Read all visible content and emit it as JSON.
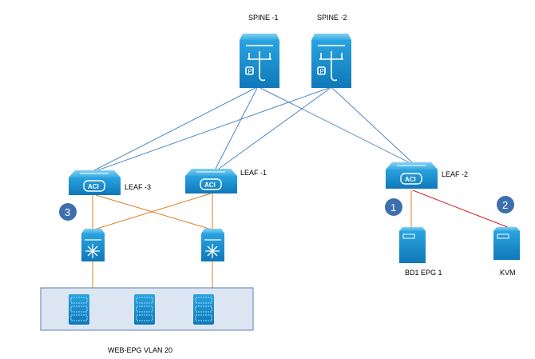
{
  "nodes": {
    "spine1": {
      "label": "SPINE -1",
      "icon": "spine-switch-icon"
    },
    "spine2": {
      "label": "SPINE -2",
      "icon": "spine-switch-icon"
    },
    "leaf1": {
      "label": "LEAF -1",
      "icon": "aci-leaf-switch-icon"
    },
    "leaf2": {
      "label": "LEAF -2",
      "icon": "aci-leaf-switch-icon"
    },
    "leaf3": {
      "label": "LEAF -3",
      "icon": "aci-leaf-switch-icon"
    },
    "fex1": {
      "icon": "access-switch-icon"
    },
    "fex2": {
      "icon": "access-switch-icon"
    },
    "server_bd1": {
      "label": "BD1 EPG 1",
      "icon": "server-icon"
    },
    "server_kvm": {
      "label": "KVM",
      "icon": "server-icon"
    }
  },
  "web_epg": {
    "label": "WEB-EPG VLAN 20",
    "icon": "server-stack-icon"
  },
  "badges": {
    "one": "1",
    "two": "2",
    "three": "3"
  },
  "colors": {
    "fabric_link": "#4a86c5",
    "access_link": "#e07b1f",
    "highlight_link": "#d42020",
    "device": "#1a8fd0",
    "badge": "#3d6fb0",
    "epg_box": "#dce6f2"
  }
}
